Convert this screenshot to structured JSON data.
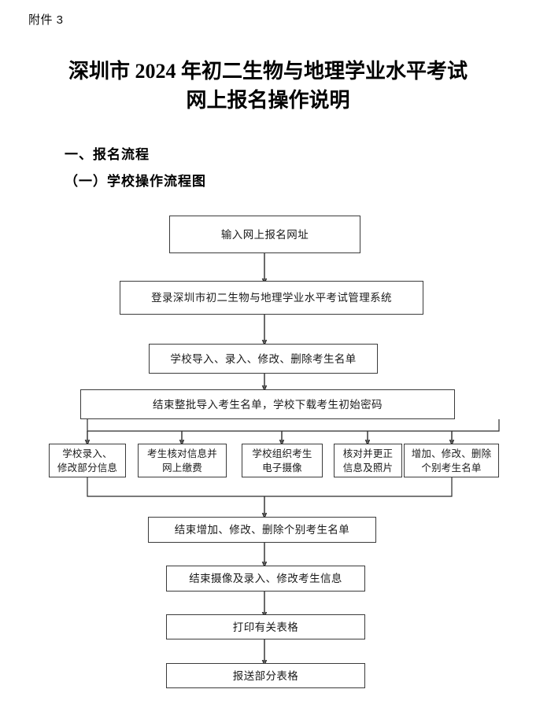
{
  "document": {
    "attachment_label": "附件 3",
    "title_lines": [
      "深圳市 2024 年初二生物与地理学业水平考试",
      "网上报名操作说明"
    ],
    "headings": {
      "level1": "一、报名流程",
      "level2": "（一）学校操作流程图"
    }
  },
  "flowchart": {
    "nodes": {
      "n1": {
        "text": "输入网上报名网址"
      },
      "n2": {
        "text": "登录深圳市初二生物与地理学业水平考试管理系统"
      },
      "n3": {
        "text": "学校导入、录入、修改、删除考生名单"
      },
      "n4": {
        "text": "结束整批导入考生名单，学校下载考生初始密码"
      },
      "b1": {
        "line1": "学校录入、",
        "line2": "修改部分信息"
      },
      "b2": {
        "line1": "考生核对信息并",
        "line2": "网上缴费"
      },
      "b3": {
        "line1": "学校组织考生",
        "line2": "电子摄像"
      },
      "b4": {
        "line1": "核对并更正",
        "line2": "信息及照片"
      },
      "b5": {
        "line1": "增加、修改、删除",
        "line2": "个别考生名单"
      },
      "n5": {
        "text": "结束增加、修改、删除个别考生名单"
      },
      "n6": {
        "text": "结束摄像及录入、修改考生信息"
      },
      "n7": {
        "text": "打印有关表格"
      },
      "n8": {
        "text": "报送部分表格"
      }
    },
    "colors": {
      "border": "#3b3b3b",
      "connector": "#2b2b2b",
      "text": "#1a1a1a",
      "background": "#ffffff"
    }
  }
}
